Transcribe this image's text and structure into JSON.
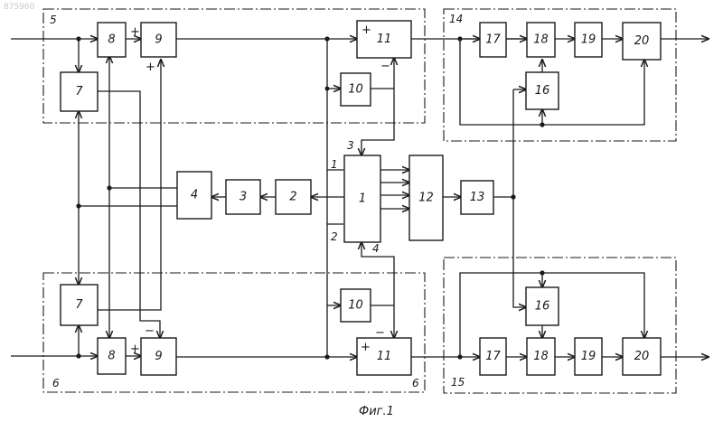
{
  "watermark": "875960",
  "caption": "Фиг.1",
  "groups": {
    "g5": "5",
    "g6": "6",
    "g6b": "6",
    "g14": "14",
    "g15": "15"
  },
  "blocks": {
    "b1": "1",
    "b2": "2",
    "b3": "3",
    "b4": "4",
    "b7t": "7",
    "b8t": "8",
    "b9t": "9",
    "b10t": "10",
    "b11t": "11",
    "b7b": "7",
    "b8b": "8",
    "b9b": "9",
    "b10b": "10",
    "b11b": "11",
    "b12": "12",
    "b13": "13",
    "b17t": "17",
    "b18t": "18",
    "b19t": "19",
    "b20t": "20",
    "b16t": "16",
    "b16b": "16",
    "b17b": "17",
    "b18b": "18",
    "b19b": "19",
    "b20b": "20"
  },
  "inputs": {
    "in1": "1",
    "in2": "2",
    "in3": "3",
    "in4": "4"
  },
  "signs": {
    "s9t_left": "+",
    "s9t_bottom": "+",
    "s11t_top": "+",
    "s11t_bottom": "−",
    "s9b_left": "+",
    "s9b_top": "−",
    "s11b_left": "+",
    "s11b_top": "−"
  },
  "colors": {
    "ink": "#1a1a1a",
    "paper": "#ffffff"
  }
}
